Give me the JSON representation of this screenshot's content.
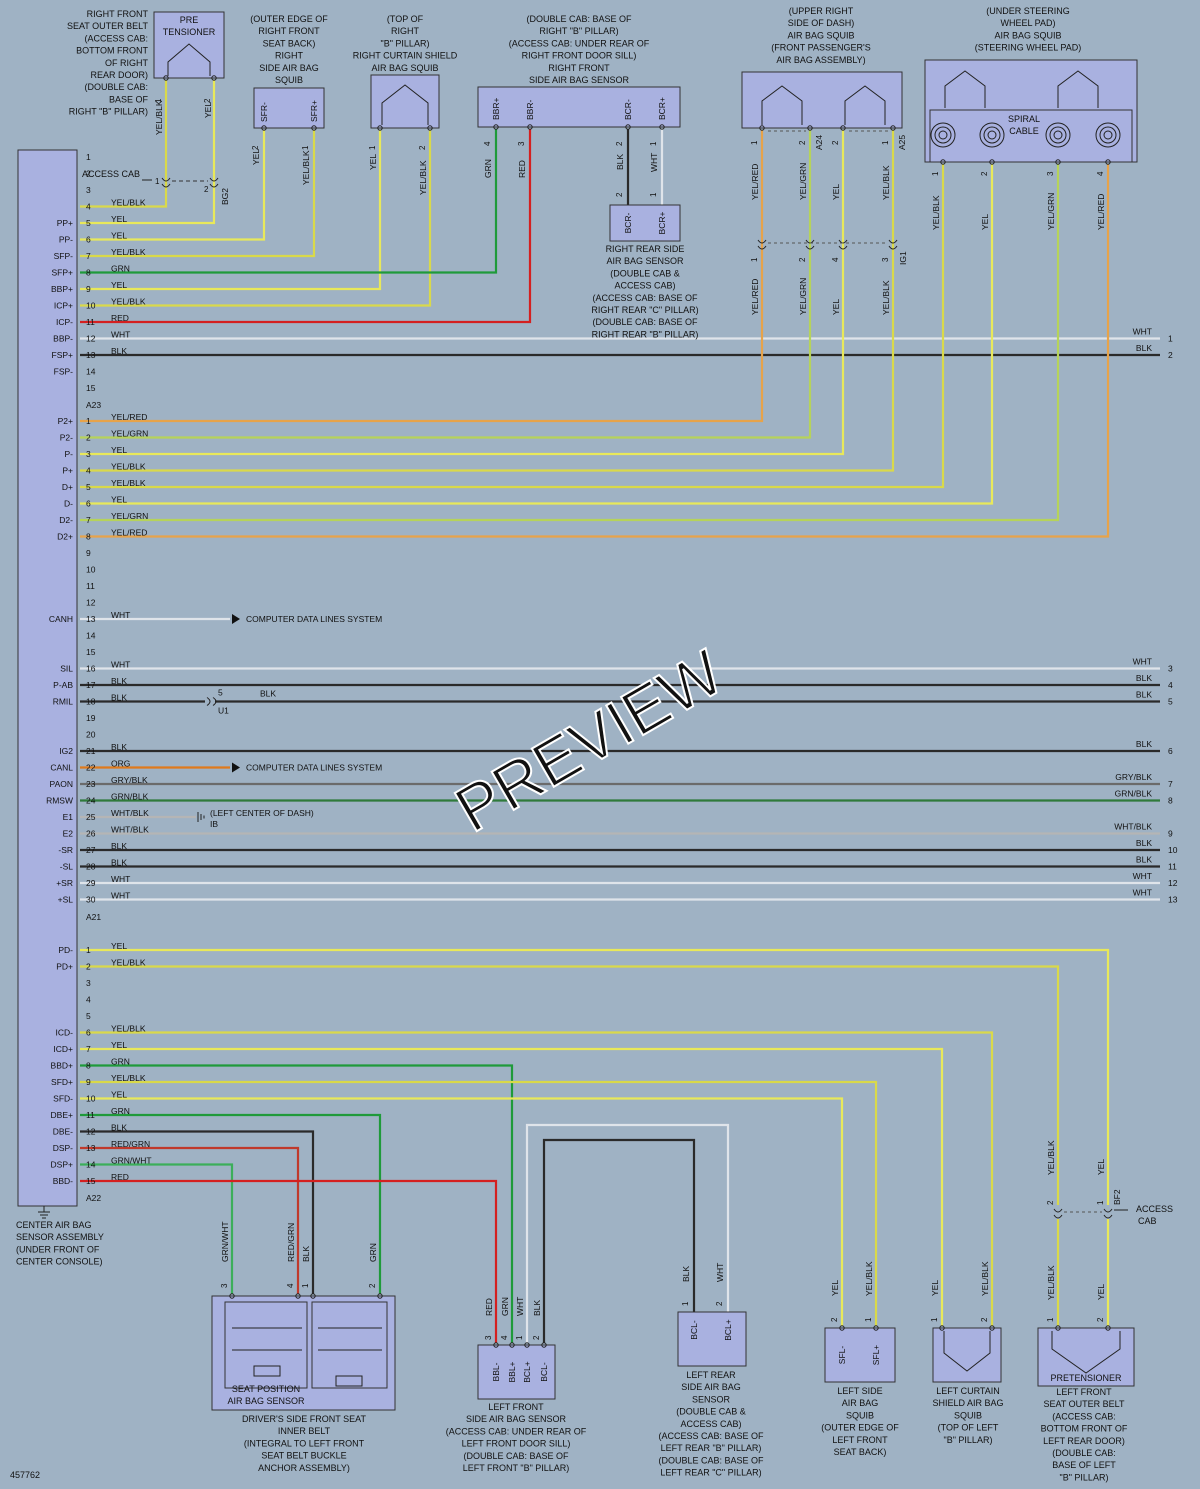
{
  "diagram_id": "457762",
  "watermark": "PREVIEW",
  "colors": {
    "background": "#9fb2c4",
    "module_fill": "#a9b1e0",
    "YEL": "#e8e85a",
    "YEL/BLK": "#d9d94a",
    "YEL/GRN": "#b6d35a",
    "YEL/RED": "#e7a34a",
    "GRN": "#1f9a3a",
    "RED": "#d42020",
    "WHT": "#dfe4ea",
    "BLK": "#2a2a2a",
    "ORG": "#e07a1a",
    "GRY/BLK": "#6b6b6b",
    "GRN/BLK": "#2f7a3a",
    "WHT/BLK": "#b5b5b5",
    "RED/GRN": "#c0392b",
    "GRN/WHT": "#3cae5a"
  },
  "main_module": {
    "caption": [
      "CENTER AIR BAG",
      "SENSOR ASSEMBLY",
      "(UNDER FRONT OF",
      "CENTER CONSOLE)"
    ],
    "connectors": [
      {
        "name": "A23",
        "rows": [
          {
            "pin": "1",
            "signal": "",
            "color": ""
          },
          {
            "pin": "2",
            "signal": "",
            "color": ""
          },
          {
            "pin": "3",
            "signal": "",
            "color": ""
          },
          {
            "pin": "4",
            "signal": "",
            "color": "YEL/BLK"
          },
          {
            "pin": "5",
            "signal": "PP+",
            "color": "YEL"
          },
          {
            "pin": "6",
            "signal": "PP-",
            "color": "YEL"
          },
          {
            "pin": "7",
            "signal": "SFP-",
            "color": "YEL/BLK"
          },
          {
            "pin": "8",
            "signal": "SFP+",
            "color": "GRN"
          },
          {
            "pin": "9",
            "signal": "BBP+",
            "color": "YEL"
          },
          {
            "pin": "10",
            "signal": "ICP+",
            "color": "YEL/BLK"
          },
          {
            "pin": "11",
            "signal": "ICP-",
            "color": "RED"
          },
          {
            "pin": "12",
            "signal": "BBP-",
            "color": "WHT"
          },
          {
            "pin": "13",
            "signal": "FSP+",
            "color": "BLK"
          },
          {
            "pin": "14",
            "signal": "FSP-",
            "color": ""
          },
          {
            "pin": "15",
            "signal": "",
            "color": ""
          }
        ]
      },
      {
        "name": "",
        "rows": [
          {
            "pin": "1",
            "signal": "P2+",
            "color": "YEL/RED"
          },
          {
            "pin": "2",
            "signal": "P2-",
            "color": "YEL/GRN"
          },
          {
            "pin": "3",
            "signal": "P-",
            "color": "YEL"
          },
          {
            "pin": "4",
            "signal": "P+",
            "color": "YEL/BLK"
          },
          {
            "pin": "5",
            "signal": "D+",
            "color": "YEL/BLK"
          },
          {
            "pin": "6",
            "signal": "D-",
            "color": "YEL"
          },
          {
            "pin": "7",
            "signal": "D2-",
            "color": "YEL/GRN"
          },
          {
            "pin": "8",
            "signal": "D2+",
            "color": "YEL/RED"
          },
          {
            "pin": "9",
            "signal": "",
            "color": ""
          },
          {
            "pin": "10",
            "signal": "",
            "color": ""
          },
          {
            "pin": "11",
            "signal": "",
            "color": ""
          },
          {
            "pin": "12",
            "signal": "",
            "color": ""
          },
          {
            "pin": "13",
            "signal": "CANH",
            "color": "WHT"
          },
          {
            "pin": "14",
            "signal": "",
            "color": ""
          },
          {
            "pin": "15",
            "signal": "",
            "color": ""
          },
          {
            "pin": "16",
            "signal": "SIL",
            "color": "WHT"
          },
          {
            "pin": "17",
            "signal": "P-AB",
            "color": "BLK"
          },
          {
            "pin": "18",
            "signal": "RMIL",
            "color": "BLK"
          },
          {
            "pin": "19",
            "signal": "",
            "color": ""
          },
          {
            "pin": "20",
            "signal": "",
            "color": ""
          },
          {
            "pin": "21",
            "signal": "IG2",
            "color": "BLK"
          },
          {
            "pin": "22",
            "signal": "CANL",
            "color": "ORG"
          },
          {
            "pin": "23",
            "signal": "PAON",
            "color": "GRY/BLK"
          },
          {
            "pin": "24",
            "signal": "RMSW",
            "color": "GRN/BLK"
          },
          {
            "pin": "25",
            "signal": "E1",
            "color": "WHT/BLK"
          },
          {
            "pin": "26",
            "signal": "E2",
            "color": "WHT/BLK"
          },
          {
            "pin": "27",
            "signal": "-SR",
            "color": "BLK"
          },
          {
            "pin": "28",
            "signal": "-SL",
            "color": "BLK"
          },
          {
            "pin": "29",
            "signal": "+SR",
            "color": "WHT"
          },
          {
            "pin": "30",
            "signal": "+SL",
            "color": "WHT"
          }
        ]
      },
      {
        "name": "A21",
        "rows": []
      },
      {
        "name": "A22",
        "rows": [
          {
            "pin": "1",
            "signal": "PD-",
            "color": "YEL"
          },
          {
            "pin": "2",
            "signal": "PD+",
            "color": "YEL/BLK"
          },
          {
            "pin": "3",
            "signal": "",
            "color": ""
          },
          {
            "pin": "4",
            "signal": "",
            "color": ""
          },
          {
            "pin": "5",
            "signal": "",
            "color": ""
          },
          {
            "pin": "6",
            "signal": "ICD-",
            "color": "YEL/BLK"
          },
          {
            "pin": "7",
            "signal": "ICD+",
            "color": "YEL"
          },
          {
            "pin": "8",
            "signal": "BBD+",
            "color": "GRN"
          },
          {
            "pin": "9",
            "signal": "SFD+",
            "color": "YEL/BLK"
          },
          {
            "pin": "10",
            "signal": "SFD-",
            "color": "YEL"
          },
          {
            "pin": "11",
            "signal": "DBE+",
            "color": "GRN"
          },
          {
            "pin": "12",
            "signal": "DBE-",
            "color": "BLK"
          },
          {
            "pin": "13",
            "signal": "DSP-",
            "color": "RED/GRN"
          },
          {
            "pin": "14",
            "signal": "DSP+",
            "color": "GRN/WHT"
          },
          {
            "pin": "15",
            "signal": "BBD-",
            "color": "RED"
          }
        ]
      }
    ]
  },
  "top_components": [
    {
      "id": "rf-pretensioner",
      "label": [
        "RIGHT FRONT",
        "SEAT OUTER BELT",
        "(ACCESS CAB:",
        "BOTTOM FRONT",
        "OF RIGHT",
        "REAR DOOR)",
        "(DOUBLE CAB:",
        "BASE OF",
        "RIGHT \"B\" PILLAR)"
      ],
      "box_text": [
        "PRE",
        "TENSIONER"
      ],
      "pins": []
    },
    {
      "id": "rf-side-squib",
      "label": [
        "(OUTER EDGE OF",
        "RIGHT FRONT",
        "SEAT BACK)",
        "RIGHT",
        "SIDE AIR BAG",
        "SQUIB"
      ],
      "pins": [
        "SFR-",
        "SFR+"
      ]
    },
    {
      "id": "r-curtain-squib",
      "label": [
        "(TOP OF",
        "RIGHT",
        "\"B\" PILLAR)",
        "RIGHT CURTAIN SHIELD",
        "AIR BAG SQUIB"
      ],
      "pins": []
    },
    {
      "id": "rf-side-sensor",
      "label": [
        "(DOUBLE CAB: BASE OF",
        "RIGHT \"B\" PILLAR)",
        "(ACCESS CAB: UNDER REAR OF",
        "RIGHT FRONT DOOR SILL)",
        "RIGHT FRONT",
        "SIDE AIR BAG SENSOR"
      ],
      "pins": [
        "BBR+",
        "BBR-",
        "BCR-",
        "BCR+"
      ]
    },
    {
      "id": "pass-squib",
      "label": [
        "(UPPER RIGHT",
        "SIDE OF DASH)",
        "AIR BAG SQUIB",
        "(FRONT PASSENGER'S",
        "AIR BAG ASSEMBLY)"
      ],
      "pins": []
    },
    {
      "id": "steer-squib",
      "label": [
        "(UNDER STEERING",
        "WHEEL PAD)",
        "AIR BAG SQUIB",
        "(STEERING WHEEL PAD)"
      ],
      "box_text": [
        "SPIRAL",
        "CABLE"
      ],
      "pins": []
    }
  ],
  "rr-sensor": {
    "label": [
      "RIGHT REAR SIDE",
      "AIR BAG SENSOR",
      "(DOUBLE CAB &",
      "ACCESS CAB)",
      "(ACCESS CAB: BASE OF",
      "RIGHT REAR \"C\" PILLAR)",
      "(DOUBLE CAB: BASE OF",
      "RIGHT REAR \"B\" PILLAR)"
    ],
    "pins": [
      "BCR-",
      "BCR+"
    ]
  },
  "bottom_components": [
    {
      "id": "seat-sensor",
      "label": [
        "DRIVER'S SIDE FRONT SEAT",
        "INNER BELT",
        "(INTEGRAL TO LEFT FRONT",
        "SEAT BELT BUCKLE",
        "ANCHOR ASSEMBLY)"
      ],
      "inner": [
        "SEAT POSITION",
        "AIR BAG SENSOR"
      ]
    },
    {
      "id": "lf-side-sensor",
      "label": [
        "LEFT FRONT",
        "SIDE AIR BAG SENSOR",
        "(ACCESS CAB: UNDER REAR OF",
        "LEFT FRONT DOOR SILL)",
        "(DOUBLE CAB: BASE OF",
        "LEFT FRONT \"B\" PILLAR)"
      ],
      "pins": [
        "BBL-",
        "BBL+",
        "BCL+",
        "BCL-"
      ]
    },
    {
      "id": "lr-side-sensor",
      "label": [
        "LEFT REAR",
        "SIDE AIR BAG",
        "SENSOR",
        "(DOUBLE CAB &",
        "ACCESS CAB)",
        "(ACCESS CAB: BASE OF",
        "LEFT REAR \"B\" PILLAR)",
        "(DOUBLE CAB: BASE OF",
        "LEFT REAR \"C\" PILLAR)"
      ],
      "pins": [
        "BCL-",
        "BCL+"
      ]
    },
    {
      "id": "lf-side-squib",
      "label": [
        "LEFT SIDE",
        "AIR BAG",
        "SQUIB",
        "(OUTER EDGE OF",
        "LEFT FRONT",
        "SEAT BACK)"
      ],
      "pins": [
        "SFL-",
        "SFL+"
      ]
    },
    {
      "id": "l-curtain-squib",
      "label": [
        "LEFT CURTAIN",
        "SHIELD AIR BAG",
        "SQUIB",
        "(TOP OF LEFT",
        "\"B\" PILLAR)"
      ],
      "pins": []
    },
    {
      "id": "lf-pretensioner",
      "label": [
        "LEFT FRONT",
        "SEAT OUTER BELT",
        "(ACCESS CAB:",
        "BOTTOM FRONT OF",
        "LEFT REAR DOOR)",
        "(DOUBLE CAB:",
        "BASE OF LEFT",
        "\"B\" PILLAR)"
      ],
      "box_text": [
        "PRETENSIONER"
      ],
      "pins": []
    }
  ],
  "annotations": {
    "access_cab": "ACCESS CAB",
    "computer_data": "COMPUTER DATA LINES SYSTEM",
    "ground_note": "(LEFT CENTER OF DASH)",
    "ground_ref": "IB",
    "splice_u1": "U1",
    "splice_u1_pin": "5",
    "splice_u1_wire": "BLK",
    "conn_bg2": "BG2",
    "conn_bf2": "BF2",
    "conn_a24": "A24",
    "conn_a25": "A25",
    "conn_ig1": "IG1"
  },
  "right_edge": [
    {
      "num": "1",
      "color": "WHT"
    },
    {
      "num": "2",
      "color": "BLK"
    },
    {
      "num": "3",
      "color": "WHT"
    },
    {
      "num": "4",
      "color": "BLK"
    },
    {
      "num": "5",
      "color": "BLK"
    },
    {
      "num": "6",
      "color": "BLK"
    },
    {
      "num": "7",
      "color": "GRY/BLK"
    },
    {
      "num": "8",
      "color": "GRN/BLK"
    },
    {
      "num": "9",
      "color": "WHT/BLK"
    },
    {
      "num": "10",
      "color": "BLK"
    },
    {
      "num": "11",
      "color": "BLK"
    },
    {
      "num": "12",
      "color": "WHT"
    },
    {
      "num": "13",
      "color": "WHT"
    }
  ]
}
